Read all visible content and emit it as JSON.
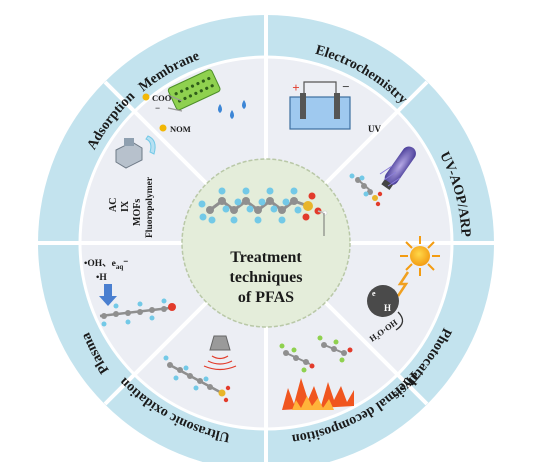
{
  "center": {
    "line1": "Treatment",
    "line2": "techniques",
    "line3": "of PFAS"
  },
  "sectors": [
    {
      "id": "membrane",
      "label": "Membrane"
    },
    {
      "id": "electrochemistry",
      "label": "Electrochemistry"
    },
    {
      "id": "uv-aop-arp",
      "label": "UV-AOP/ARP"
    },
    {
      "id": "photocatalysis",
      "label": "Photocatalysis"
    },
    {
      "id": "thermal-decomposition",
      "label": "Thermal decomposition"
    },
    {
      "id": "ultrasonic-oxidation",
      "label": "Ultrasonic oxidation"
    },
    {
      "id": "plasma",
      "label": "Plasma"
    },
    {
      "id": "adsorption",
      "label": "Adsorption"
    }
  ],
  "panel_text": {
    "membrane": {
      "coo": "COO",
      "minus": "−",
      "nom": "NOM"
    },
    "electrochemistry": {
      "plus": "+",
      "minus": "−"
    },
    "uv": {
      "uv": "UV"
    },
    "photocatalysis": {
      "e": "e",
      "h": "H",
      "water": "H₂O·OH"
    },
    "plasma": {
      "line1": "•OH、e",
      "aq": "aq",
      "line2": "•H"
    },
    "adsorption": {
      "ac": "AC",
      "ix": "IX",
      "mofs": "MOFs",
      "fluoro": "Fluoropolymer"
    }
  },
  "colors": {
    "outer_ring": "#c3e3ee",
    "inner_panel": "#eceef4",
    "center_fill": "#e4edda",
    "center_stroke": "#b9c8a7",
    "divider": "#ffffff",
    "label_text": "#1a1a1a",
    "fluorine": "#73c9e7",
    "carbon": "#8f8f8f",
    "sulfur": "#e8b52a",
    "oxygen": "#e23b2b",
    "flame": "#f0551f"
  }
}
